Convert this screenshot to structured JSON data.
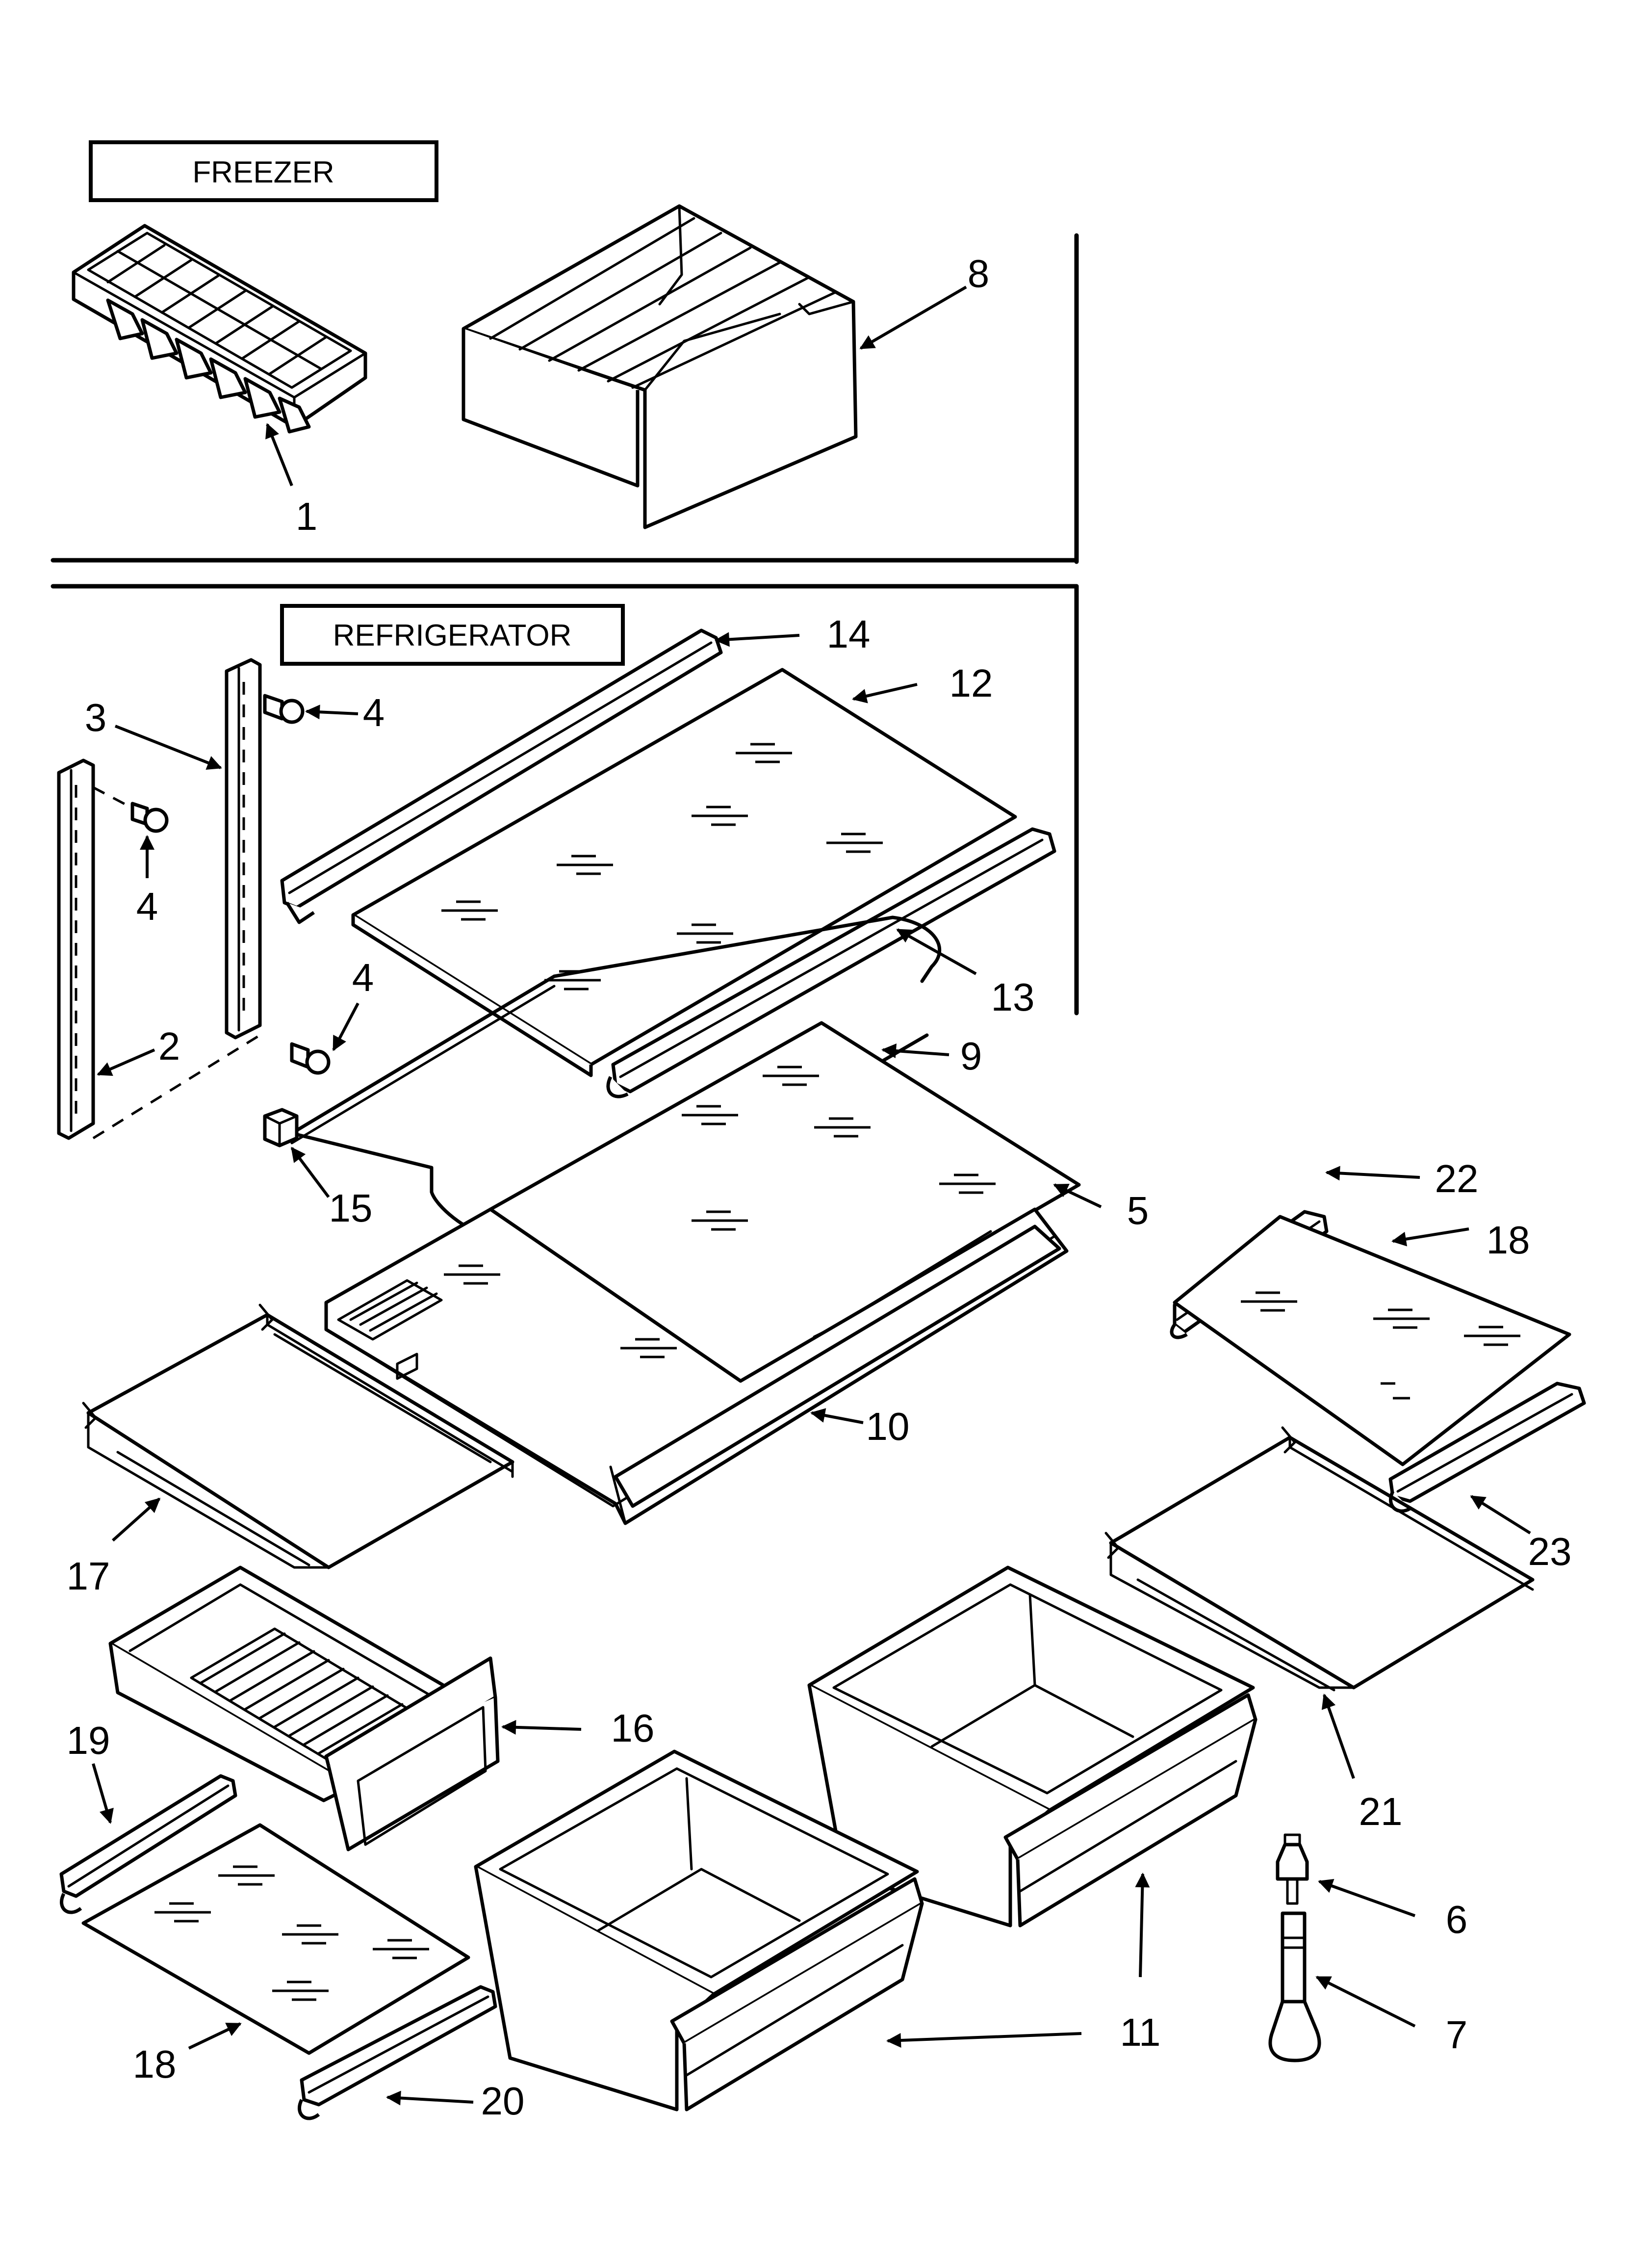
{
  "sections": {
    "freezer": "FREEZER",
    "refrigerator": "REFRIGERATOR"
  },
  "callouts": {
    "c1": "1",
    "c8": "8",
    "c3": "3",
    "c4a": "4",
    "c4b": "4",
    "c4c": "4",
    "c14": "14",
    "c12": "12",
    "c2": "2",
    "c13": "13",
    "c9": "9",
    "c15": "15",
    "c5": "5",
    "c22": "22",
    "c18a": "18",
    "c10": "10",
    "c17": "17",
    "c23": "23",
    "c16": "16",
    "c19": "19",
    "c21": "21",
    "c6": "6",
    "c11a": "11",
    "c7": "7",
    "c18b": "18",
    "c20": "20"
  }
}
